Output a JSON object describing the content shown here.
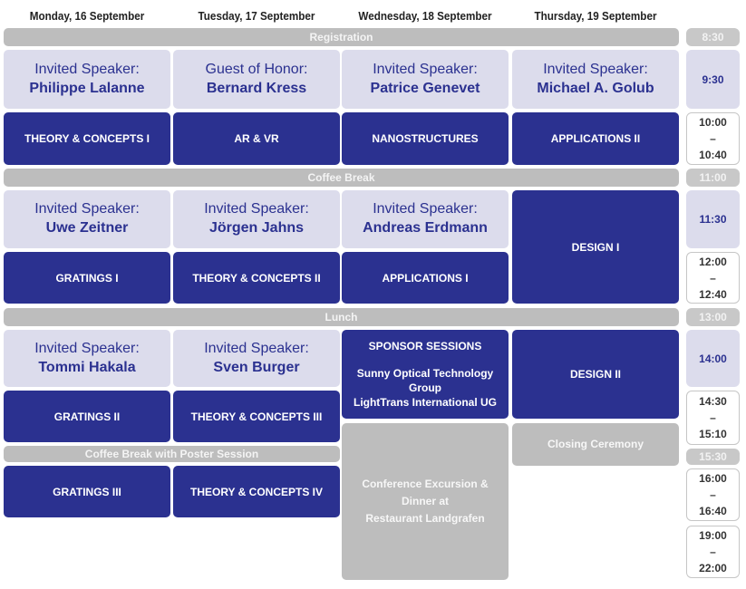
{
  "days": [
    "Monday, 16 September",
    "Tuesday, 17 September",
    "Wednesday, 18 September",
    "Thursday, 19 September"
  ],
  "bars": {
    "registration": "Registration",
    "coffee_break": "Coffee Break",
    "lunch": "Lunch",
    "coffee_poster": "Coffee Break with Poster Session"
  },
  "times": {
    "t0830": "8:30",
    "t0930": "9:30",
    "t1000": "10:00",
    "t1040": "10:40",
    "t1100": "11:00",
    "t1130": "11:30",
    "t1200": "12:00",
    "t1240": "12:40",
    "t1300": "13:00",
    "t1400": "14:00",
    "t1430": "14:30",
    "t1510": "15:10",
    "t1530": "15:30",
    "t1600": "16:00",
    "t1640": "16:40",
    "t1900": "19:00",
    "t2200": "22:00",
    "dash": "–"
  },
  "speakers": {
    "mon_am": {
      "role": "Invited Speaker:",
      "name": "Philippe Lalanne"
    },
    "tue_am": {
      "role": "Guest of Honor:",
      "name": "Bernard Kress"
    },
    "wed_am": {
      "role": "Invited Speaker:",
      "name": "Patrice Genevet"
    },
    "thu_am": {
      "role": "Invited Speaker:",
      "name": "Michael A. Golub"
    },
    "mon_mid": {
      "role": "Invited Speaker:",
      "name": "Uwe Zeitner"
    },
    "tue_mid": {
      "role": "Invited Speaker:",
      "name": "Jörgen Jahns"
    },
    "wed_mid": {
      "role": "Invited Speaker:",
      "name": "Andreas Erdmann"
    },
    "mon_pm": {
      "role": "Invited Speaker:",
      "name": "Tommi Hakala"
    },
    "tue_pm": {
      "role": "Invited Speaker:",
      "name": "Sven Burger"
    }
  },
  "sessions": {
    "mon_1": "THEORY & CONCEPTS I",
    "tue_1": "AR & VR",
    "wed_1": "NANOSTRUCTURES",
    "thu_1": "APPLICATIONS II",
    "mon_2": "GRATINGS I",
    "tue_2": "THEORY & CONCEPTS II",
    "wed_2": "APPLICATIONS I",
    "thu_2": "DESIGN I",
    "mon_3": "GRATINGS II",
    "tue_3": "THEORY & CONCEPTS III",
    "thu_3": "DESIGN II",
    "mon_4": "GRATINGS III",
    "tue_4": "THEORY & CONCEPTS IV"
  },
  "sponsor": {
    "title": "SPONSOR SESSIONS",
    "line1": "Sunny Optical Technology Group",
    "line2": "LightTrans International UG"
  },
  "excursion": {
    "line1": "Conference Excursion &",
    "line2": "Dinner at",
    "line3": "Restaurant Landgrafen"
  },
  "closing": "Closing Ceremony"
}
